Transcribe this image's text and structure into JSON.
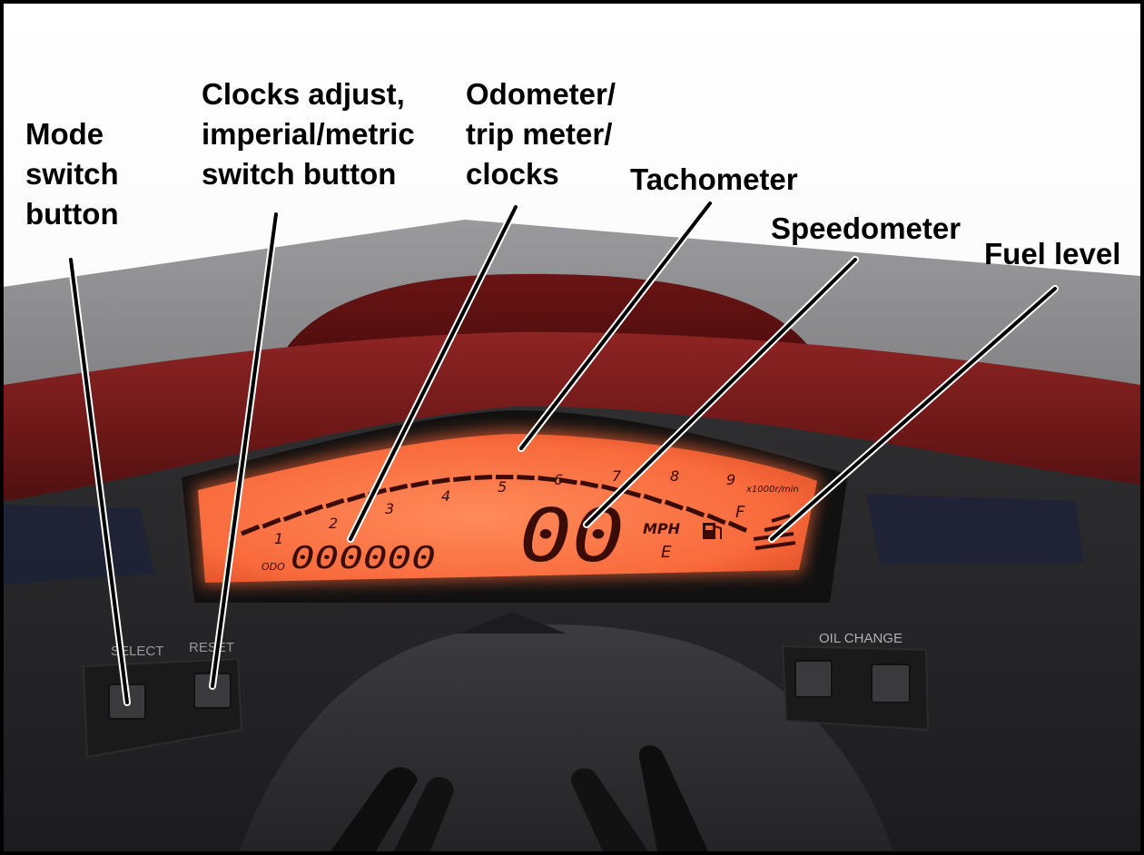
{
  "callouts": {
    "mode_switch": [
      "Mode",
      "switch",
      "button"
    ],
    "clocks_adjust": [
      "Clocks adjust,",
      "imperial/metric",
      "switch button"
    ],
    "odometer": [
      "Odometer/",
      "trip meter/",
      "clocks"
    ],
    "tachometer": "Tachometer",
    "speedometer": "Speedometer",
    "fuel_level": "Fuel level"
  },
  "display": {
    "tach_numbers": [
      "1",
      "2",
      "3",
      "4",
      "5",
      "6",
      "7",
      "8",
      "9"
    ],
    "tach_unit": "x1000r/min",
    "odo_label": "ODO",
    "odo_value": "000000",
    "speed_value": "00",
    "speed_unit": "MPH",
    "fuel_full": "F",
    "fuel_empty": "E"
  },
  "buttons": {
    "select": "SELECT",
    "reset": "RESET",
    "oil_change": "OIL CHANGE"
  },
  "colors": {
    "lcd_glow": "#ff7a4a",
    "lcd_segment": "#3a0c05",
    "fairing_red": "#7a1e1e",
    "cowl_gray": "#8a8a8c"
  }
}
